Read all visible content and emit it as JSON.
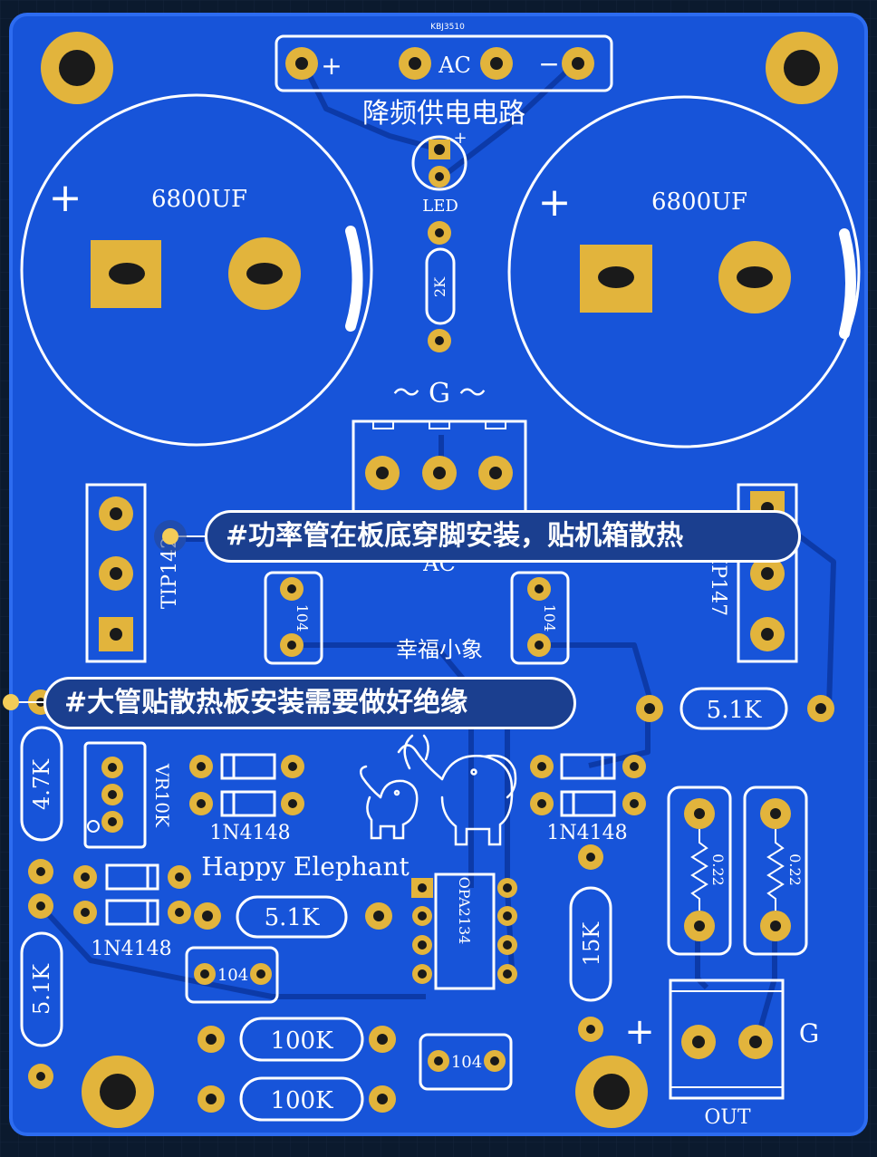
{
  "board": {
    "top_code": "KBJ3510",
    "title": "降频供电电路",
    "ac_plus": "+",
    "ac_label": "AC",
    "ac_minus": "−",
    "cap_left_label": "6800UF",
    "cap_right_label": "6800UF",
    "cap_plus": "+",
    "led_plus": "+",
    "led_label": "LED",
    "resistor_2k": "2K",
    "ground_label": "～ G ～",
    "ac_under": "AC",
    "tip_left": "TIP142",
    "tip_right": "TIP147",
    "cap_104": "104",
    "brand_cn": "幸福小象",
    "r_5k1": "5.1K",
    "r_4k7": "4.7K",
    "vr": "VR10K",
    "diode": "1N4148",
    "brand_en": "Happy Elephant",
    "opamp": "OPA2134",
    "r_022": "0.22",
    "r_15k": "15K",
    "r_100k": "100K",
    "out_plus": "+",
    "out_g": "G",
    "out_label": "OUT"
  },
  "callouts": [
    {
      "text": "#功率管在板底穿脚安装，贴机箱散热"
    },
    {
      "text": "#大管贴散热板安装需要做好绝缘"
    }
  ],
  "colors": {
    "board": "#1754d9",
    "board_edge": "#2d6cf0",
    "pad": "#e2b43c",
    "hole": "#1a1a1a",
    "silk": "#ffffff",
    "trace": "#0c3aa8",
    "callout_bg": "#1b3f8f"
  }
}
